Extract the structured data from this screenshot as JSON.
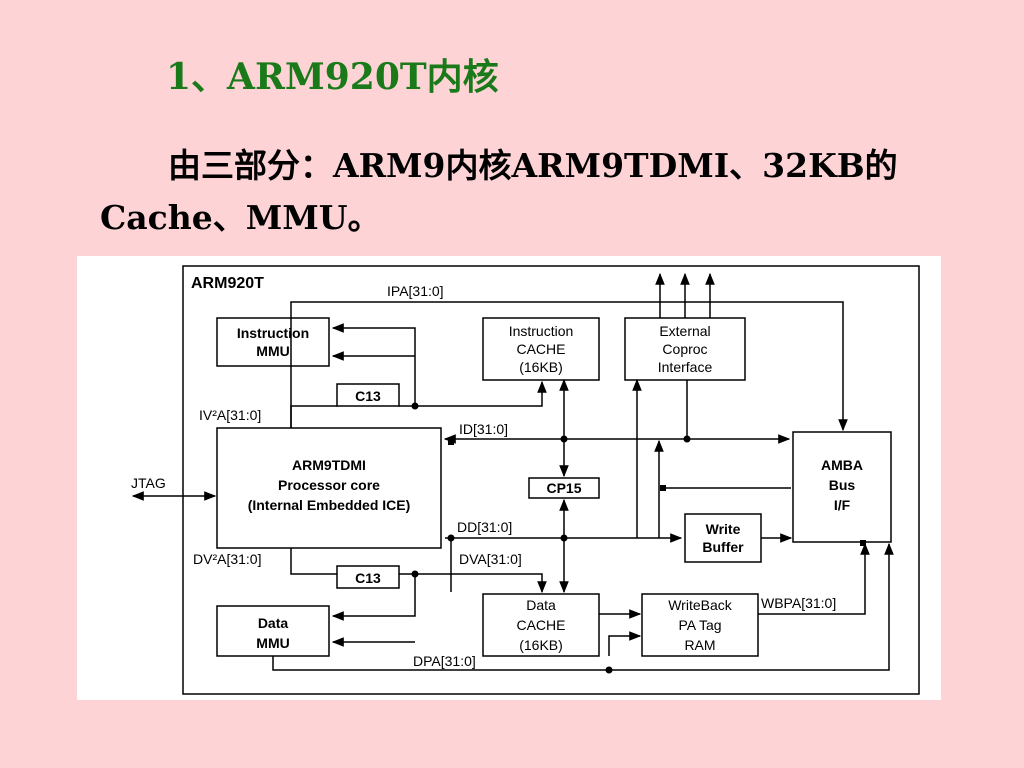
{
  "slide": {
    "title": "1、ARM920T内核",
    "body_line1": "由三部分：ARM9内核ARM9TDMI、32KB的",
    "body_line2": "Cache、MMU。"
  },
  "diagram": {
    "frame_title": "ARM920T",
    "blocks": {
      "instr_mmu": [
        "Instruction",
        "MMU"
      ],
      "instr_cache": [
        "Instruction",
        "CACHE",
        "(16KB)"
      ],
      "ext_coproc": [
        "External",
        "Coproc",
        "Interface"
      ],
      "c13_top": "C13",
      "core": [
        "ARM9TDMI",
        "Processor core",
        "(Internal Embedded ICE)"
      ],
      "cp15": "CP15",
      "amba": [
        "AMBA",
        "Bus",
        "I/F"
      ],
      "write_buffer": [
        "Write",
        "Buffer"
      ],
      "c13_bottom": "C13",
      "data_mmu": [
        "Data",
        "MMU"
      ],
      "data_cache": [
        "Data",
        "CACHE",
        "(16KB)"
      ],
      "writeback": [
        "WriteBack",
        "PA Tag",
        "RAM"
      ]
    },
    "signals": {
      "ipa": "IPA[31:0]",
      "iva": "IV²A[31:0]",
      "id": "ID[31:0]",
      "jtag": "JTAG",
      "dd": "DD[31:0]",
      "dva2": "DV²A[31:0]",
      "dva": "DVA[31:0]",
      "wbpa": "WBPA[31:0]",
      "dpa": "DPA[31:0]"
    }
  }
}
